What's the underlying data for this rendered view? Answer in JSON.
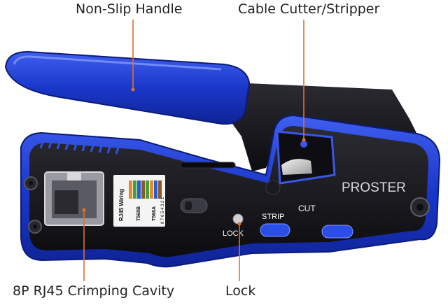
{
  "callouts": {
    "handle": "Non-Slip Handle",
    "cutter": "Cable Cutter/Stripper",
    "cavity": "8P RJ45 Crimping Cavity",
    "lock": "Lock"
  },
  "tool": {
    "brand": "PROSTER",
    "cut_label": "CUT",
    "strip_label": "STRIP",
    "lock_label": "LOCK",
    "wiring_title": "RJ45 Wiring",
    "standard_b": "T568B",
    "standard_a": "T568A",
    "pin_numbers": "8 7 6 5 4 3 2 1"
  },
  "colors": {
    "handle_blue": "#1a37c9",
    "body_black": "#141418",
    "leader_orange": "#e0712a",
    "label_white": "#ffffff"
  }
}
